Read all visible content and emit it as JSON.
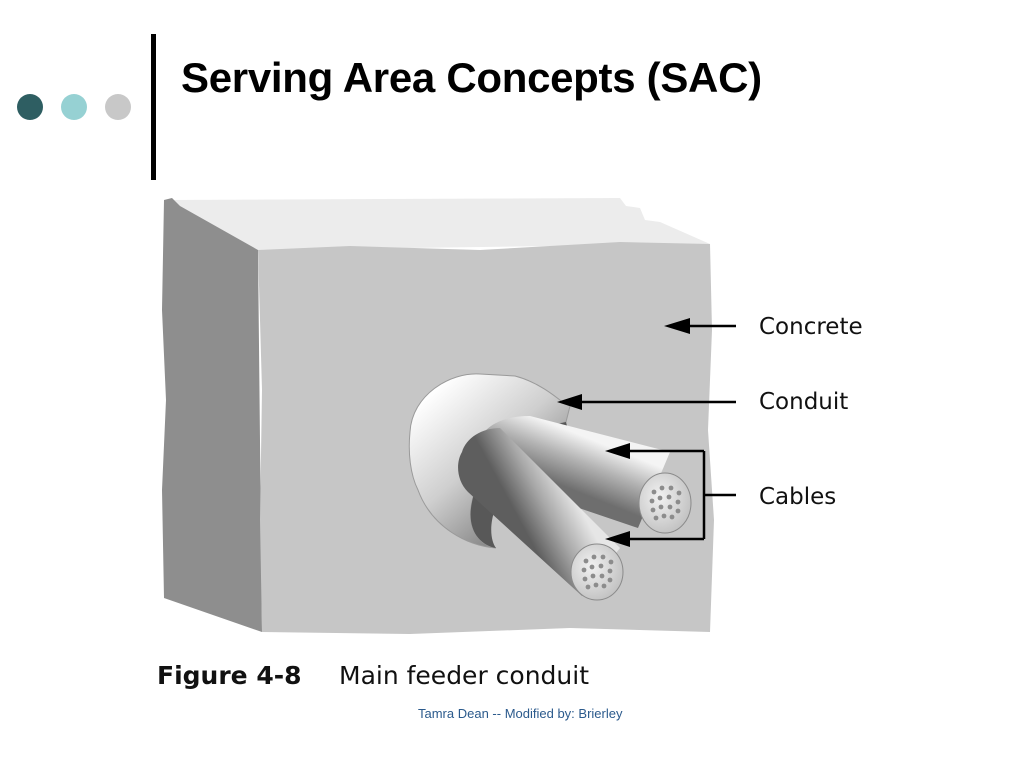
{
  "slide": {
    "title": "Serving Area Concepts (SAC)",
    "bullet_dot_colors": [
      "#2e5e62",
      "#96d1d3",
      "#c8c8c8"
    ],
    "footer": "Tamra Dean -- Modified by: Brierley",
    "footer_color": "#2b5a8c"
  },
  "figure": {
    "labels": {
      "concrete": "Concrete",
      "conduit": "Conduit",
      "cables": "Cables"
    },
    "caption_number": "Figure 4-8",
    "caption_text": "Main feeder conduit"
  }
}
